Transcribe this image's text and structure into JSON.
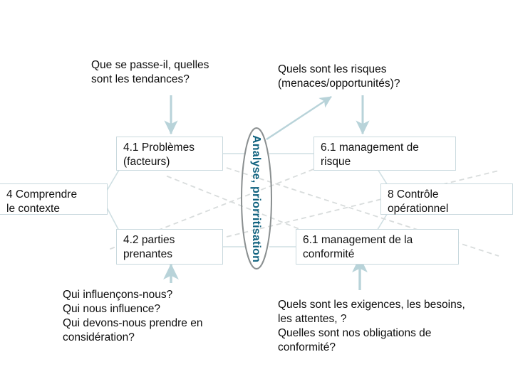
{
  "diagram": {
    "title_text_blocks": [
      {
        "name": "question-top-left",
        "text": "Que se passe-il, quelles\nsont les tendances?"
      },
      {
        "name": "question-top-right",
        "text": "Quels sont les risques\n(menaces/opportunités)?"
      },
      {
        "name": "question-bottom-left",
        "text": "Qui influençons-nous?\nQui nous influence?\nQui devons-nous prendre en\nconsidération?"
      },
      {
        "name": "question-bottom-right",
        "text": "Quels sont les exigences, les besoins,\nles attentes, ?\nQuelles sont nos obligations de\nconformité?"
      }
    ],
    "boxes": [
      {
        "name": "box-problemes",
        "text": "4.1 Problèmes\n(facteurs)"
      },
      {
        "name": "box-management-risque",
        "text": "6.1 management de\nrisque"
      },
      {
        "name": "box-comprendre-contexte",
        "text": "4 Comprendre\nle contexte"
      },
      {
        "name": "box-controle-operationnel",
        "text": "8 Contrôle\nopérationnel"
      },
      {
        "name": "box-parties-prenantes",
        "text": "4.2 parties\nprenantes"
      },
      {
        "name": "box-management-conformite",
        "text": "6.1 management de la\nconformité"
      }
    ],
    "ellipse": {
      "name": "ellipse-analyse",
      "label": "Analyse, priorritisation"
    },
    "colors": {
      "box_border": "#c9d9de",
      "arrow": "#b8d3d9",
      "dashed_line": "#d8dcdc",
      "ellipse_stroke": "#8a8f90",
      "ellipse_text": "#10627f",
      "text": "#111111",
      "background": "#ffffff"
    }
  }
}
